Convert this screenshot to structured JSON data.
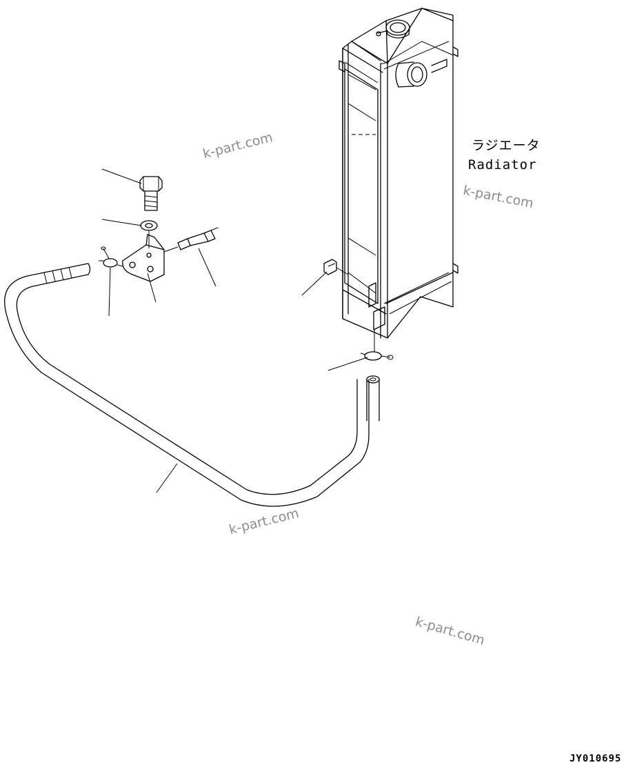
{
  "labels": {
    "part_name_jp": "ラジエータ",
    "part_name_en": "Radiator"
  },
  "watermarks": [
    "k-part.com",
    "k-part.com",
    "k-part.com",
    "k-part.com"
  ],
  "drawing_code": "JY010695"
}
